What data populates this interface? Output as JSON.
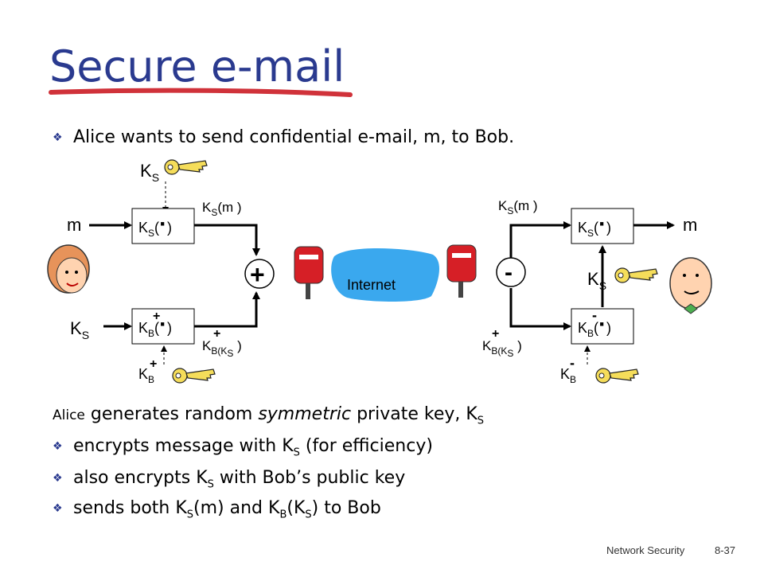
{
  "title": "Secure e-mail",
  "intro_bullet": "Alice wants to send confidential e-mail, m, to Bob.",
  "diagram": {
    "internet_label": "Internet",
    "m": "m",
    "K": "K",
    "S": "S",
    "B": "B",
    "plus": "+",
    "minus": "-",
    "dot": "·",
    "open_paren": "(",
    "close_paren": ")",
    "m_close": "(m )",
    "B_paren": "B(K",
    "close_only": " )"
  },
  "summary": {
    "alice_prefix": "Alice",
    "line1_rest": " generates random ",
    "line1_italic": "symmetric",
    "line1_end": " private key, K",
    "sub_S": "S",
    "sub_B": "B",
    "bullet1_a": "encrypts message with K",
    "bullet1_b": " (for efficiency)",
    "bullet2_a": "also encrypts K",
    "bullet2_b": " with Bob’s public key",
    "bullet3_a": "sends both K",
    "bullet3_b": "(m) and K",
    "bullet3_c": "(K",
    "bullet3_d": ") to Bob"
  },
  "footer": {
    "course": "Network Security",
    "page": "8-37"
  },
  "colors": {
    "title": "#2a3a8f",
    "underline": "#d0323a",
    "internet_cloud": "#3aa8ee",
    "mailbox": "#d61f26",
    "key": "#f5dd5a"
  }
}
